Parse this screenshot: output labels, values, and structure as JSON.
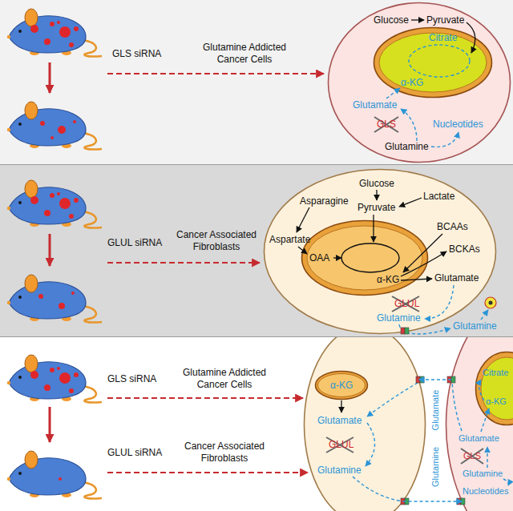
{
  "diagram": {
    "nodes": [
      {
        "text": [
          "GLS siRNA",
          "Glutamine Addicted Cancer Cells"
        ]
      },
      {
        "text": [
          "Glucose",
          "Pyruvate",
          "Glutamate",
          "GLS",
          "Glutamine",
          "Nucleotides"
        ],
        "in": 0
      },
      {
        "text": [
          "Citrate",
          "α-KG"
        ],
        "in": 1
      },
      {
        "text": [
          "GLUL siRNA",
          "Cancer Associated Fibroblasts"
        ]
      },
      {
        "text": [
          "Glucose",
          "Asparagine",
          "Lactate",
          "Pyruvate",
          "Aspartate",
          "BCAAs",
          "BCKAs",
          "Glutamate",
          "GLUL",
          "Glutamine"
        ],
        "in": 3
      },
      {
        "text": [
          "OAA",
          "α-KG"
        ],
        "in": 4
      },
      {
        "text": [
          "GLS siRNA",
          "Glutamine Addicted Cancer Cells",
          "GLUL siRNA",
          "Cancer Associated Fibroblasts"
        ]
      },
      {
        "text": [
          "Glutamate",
          "GLUL",
          "Glutamine"
        ],
        "in": 6
      },
      {
        "text": [
          "α-KG"
        ],
        "in": 7
      },
      {
        "text": [
          "Glutamate",
          "GLS",
          "Glutamine",
          "Nucleotides"
        ],
        "in": 6
      },
      {
        "text": [
          "Citrate",
          "α-KG"
        ],
        "in": 9
      }
    ],
    "edges": [
      {
        "from": 9,
        "to": 7,
        "label": "Glutamate",
        "arrow": "to"
      },
      {
        "from": 7,
        "to": 9,
        "label": "Glutamine",
        "arrow": "to"
      }
    ],
    "labels": [
      "Glutamine"
    ]
  }
}
